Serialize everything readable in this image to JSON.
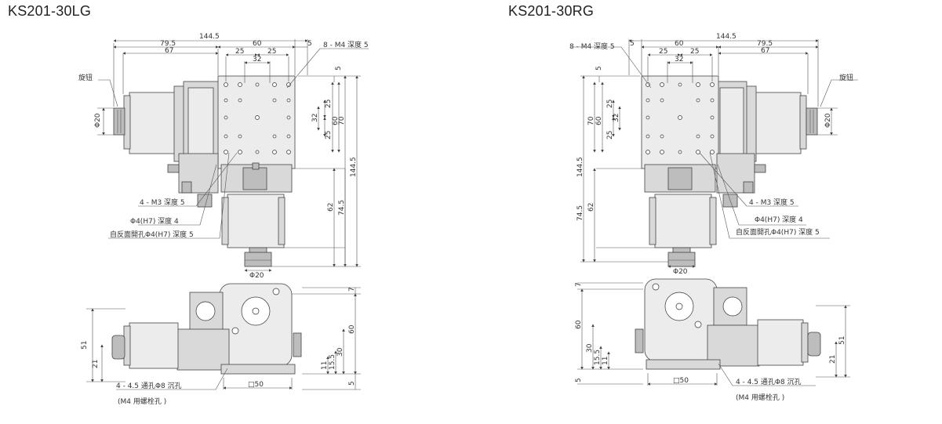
{
  "titles": {
    "left": "KS201-30LG",
    "right": "KS201-30RG"
  },
  "left_top_dims": {
    "d144_5": "144.5",
    "d79_5": "79.5",
    "d67": "67",
    "d60": "60",
    "d5": "5",
    "d25a": "25",
    "d25b": "25",
    "d32": "32",
    "v5": "5",
    "v25a": "25",
    "v32": "32",
    "v60": "60",
    "v70": "70",
    "v25b": "25",
    "v144_5": "144.5",
    "v62": "62",
    "v74_5": "74.5",
    "phi20_knob": "Φ20",
    "phi20_bottom": "Φ20"
  },
  "left_top_labels": {
    "m4": "8 - M4 深度 5",
    "knob": "旋钮",
    "m3": "4 - M3 深度 5",
    "h7": "Φ4(H7) 深度 4",
    "rev": "自反面開孔Φ4(H7) 深度 5"
  },
  "left_bottom_dims": {
    "v7": "7",
    "v60": "60",
    "v30": "30",
    "v15_5": "15.5",
    "v11": "11",
    "v5": "5",
    "v51": "51",
    "v21": "21",
    "sq50": "□50"
  },
  "left_bottom_labels": {
    "hole": "4 - 4.5 通孔Φ8 沉孔",
    "bolt": "(M4 用螺栓孔 )"
  },
  "right_top_dims": {
    "d144_5": "144.5",
    "d79_5": "79.5",
    "d67": "67",
    "d60": "60",
    "d5": "5",
    "d25a": "25",
    "d25b": "25",
    "d32": "32",
    "v5": "5",
    "v25a": "25",
    "v32": "32",
    "v60": "60",
    "v70": "70",
    "v25b": "25",
    "v144_5": "144.5",
    "v62": "62",
    "v74_5": "74.5",
    "phi20_knob": "Φ20",
    "phi20_bottom": "Φ20"
  },
  "right_top_labels": {
    "m4": "8 - M4 深度 5",
    "knob": "旋钮",
    "m3": "4 - M3 深度 5",
    "h7": "Φ4(H7) 深度 4",
    "rev": "自反面開孔Φ4(H7) 深度 5"
  },
  "right_bottom_dims": {
    "v7": "7",
    "v60": "60",
    "v30": "30",
    "v15_5": "15.5",
    "v11": "11",
    "v5": "5",
    "v51": "51",
    "v21": "21",
    "sq50": "□50"
  },
  "right_bottom_labels": {
    "hole": "4 - 4.5 通孔Φ8 沉孔",
    "bolt": "(M4 用螺栓孔 )"
  }
}
